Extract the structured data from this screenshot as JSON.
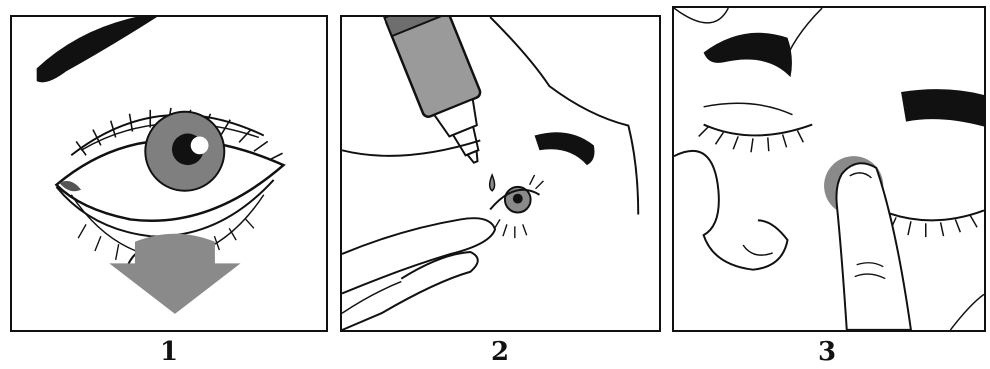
{
  "steps": [
    {
      "number": "1",
      "illustration": "pull-lower-eyelid-icon"
    },
    {
      "number": "2",
      "illustration": "apply-eye-drop-icon"
    },
    {
      "number": "3",
      "illustration": "press-tear-duct-icon"
    }
  ],
  "colors": {
    "line": "#111111",
    "gray": "#8a8a8a",
    "iris": "#7f7f7f",
    "background": "#ffffff"
  }
}
